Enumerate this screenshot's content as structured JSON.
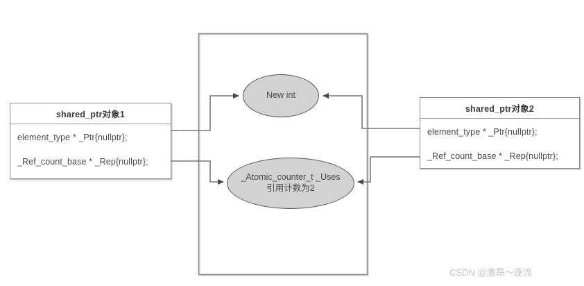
{
  "diagram": {
    "type": "memory-layout-diagram",
    "heap_region": {
      "name": "heap-boundary-rectangle",
      "label": ""
    },
    "objects": [
      {
        "id": "shared-ptr-object-1",
        "title": "shared_ptr对象1",
        "fields": [
          "element_type * _Ptr{nullptr};",
          "_Ref_count_base * _Rep{nullptr};"
        ]
      },
      {
        "id": "shared-ptr-object-2",
        "title": "shared_ptr对象2",
        "fields": [
          "element_type * _Ptr{nullptr};",
          "_Ref_count_base * _Rep{nullptr};"
        ]
      }
    ],
    "heap_nodes": [
      {
        "id": "new-int-node",
        "lines": [
          "New int"
        ]
      },
      {
        "id": "ref-count-node",
        "lines": [
          "_Atomic_counter_t _Uses",
          "引用计数为2"
        ]
      }
    ],
    "connections": [
      {
        "from": "shared-ptr-object-1",
        "field": "_Ptr",
        "to": "new-int-node",
        "arrow": "single"
      },
      {
        "from": "shared-ptr-object-1",
        "field": "_Rep",
        "to": "ref-count-node",
        "arrow": "single"
      },
      {
        "from": "shared-ptr-object-2",
        "field": "_Ptr",
        "to": "new-int-node",
        "arrow": "single"
      },
      {
        "from": "shared-ptr-object-2",
        "field": "_Rep",
        "to": "ref-count-node",
        "arrow": "single"
      }
    ]
  },
  "watermark": {
    "text": "CSDN @激昂～逐流"
  },
  "colors": {
    "node_fill": "#d2d2d2",
    "node_stroke": "#555555",
    "box_stroke": "#888888",
    "wire": "#777777",
    "text": "#4a4a4a",
    "watermark": "#c2c2c2",
    "background": "#ffffff"
  }
}
